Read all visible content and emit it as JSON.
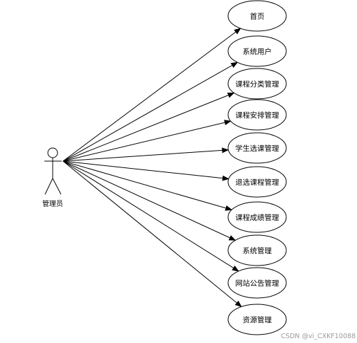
{
  "actor": {
    "label": "管理员"
  },
  "usecases": [
    {
      "label": "首页"
    },
    {
      "label": "系统用户"
    },
    {
      "label": "课程分类管理"
    },
    {
      "label": "课程安排管理"
    },
    {
      "label": "学生选课管理"
    },
    {
      "label": "退选课程管理"
    },
    {
      "label": "课程成绩管理"
    },
    {
      "label": "系统管理"
    },
    {
      "label": "网站公告管理"
    },
    {
      "label": "资源管理"
    }
  ],
  "watermark": "CSDN @vi_CXKF10088",
  "colors": {
    "stroke": "#000000",
    "background": "#ffffff",
    "watermark": "#9a9a9a"
  }
}
